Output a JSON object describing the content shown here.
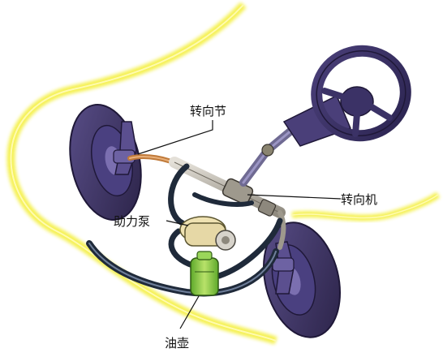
{
  "labels": {
    "steering_knuckle": "转向节",
    "steering_gear": "转向机",
    "power_pump": "助力泵",
    "oil_reservoir": "油壶"
  },
  "colors": {
    "body_outline_glow": "#f4f04a",
    "tire": "#3f3568",
    "tire_dark": "#2a2246",
    "hose": "#1f2a3a",
    "hose_highlight": "#6f7f9a",
    "rack_metal": "#b9b4a9",
    "copper_pipe": "#c07a3a",
    "reservoir_green": "#8ccf3f",
    "pump_cream": "#efe2b2"
  }
}
